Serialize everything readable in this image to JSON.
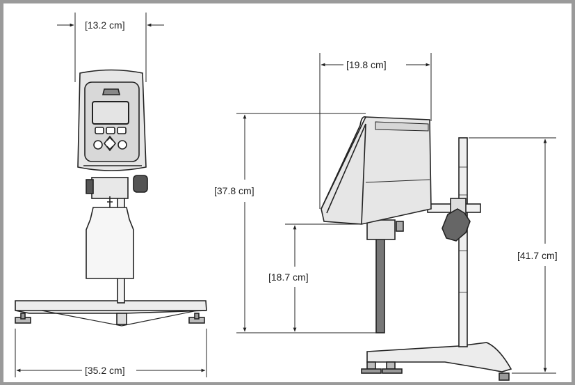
{
  "dimensions": {
    "front_width": "[13.2 cm]",
    "base_width": "[35.2 cm]",
    "side_depth": "[19.8 cm]",
    "side_height": "[37.8 cm]",
    "spindle_height": "[18.7 cm]",
    "stand_height": "[41.7 cm]"
  },
  "colors": {
    "frame_border": "#9a9a9a",
    "line": "#222222",
    "body_fill": "#e6e6e6",
    "display_fill": "#dcdcdc"
  },
  "icons": {
    "front_view": "viscometer-front-view",
    "side_view": "viscometer-side-view"
  }
}
